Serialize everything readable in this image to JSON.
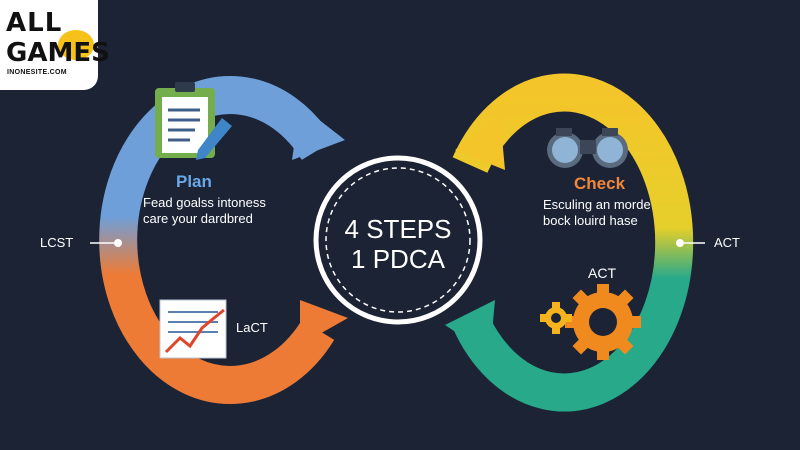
{
  "logo": {
    "line1": "ALL",
    "line2": "GAMES",
    "tagline": "INONESITE.COM"
  },
  "center": {
    "line1": "4 STEPS",
    "line2": "1 PDCA"
  },
  "plan": {
    "title": "Plan",
    "desc1": "Fead goalss intoness",
    "desc2": "care your dardbred"
  },
  "check": {
    "title": "Check",
    "desc1": "Esculing an morde",
    "desc2": "bock louird hase"
  },
  "labels": {
    "left": "LCST",
    "right": "ACT",
    "act_inner": "ACT",
    "chart_label": "LaCT"
  },
  "icons": [
    "clipboard-icon",
    "binoculars-icon",
    "gears-icon",
    "line-chart-icon"
  ],
  "colors": {
    "background": "#1b2335",
    "blue": "#6f9fd8",
    "orange": "#ee7b35",
    "yellow": "#f4c52a",
    "green": "#27a98a",
    "check_title": "#f1873a",
    "plan_title": "#6aa8e8"
  }
}
